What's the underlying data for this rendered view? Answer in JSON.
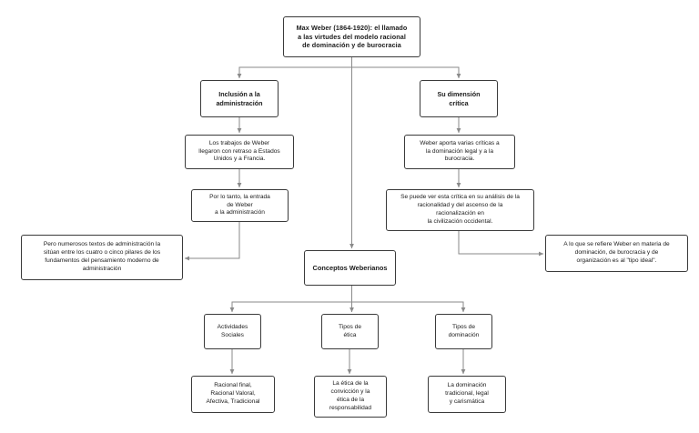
{
  "diagram": {
    "type": "flowchart",
    "title_node": {
      "id": "root",
      "text": "Max Weber (1864-1920): el llamado\na las virtudes del modelo racional\nde dominación y de burocracia"
    },
    "nodes": {
      "left1": {
        "text": "Inclusión a la\nadministración"
      },
      "right1": {
        "text": "Su dimensión\ncrítica"
      },
      "left2": {
        "text": "Los trabajos de Weber\nllegaron con retraso a Estados\nUnidos y a Francia."
      },
      "left3": {
        "text": "Por lo tanto, la entrada\nde Weber\na la administración"
      },
      "right2": {
        "text": "Weber aporta varias críticas a\nla dominación legal y a la\nburocracia."
      },
      "right3": {
        "text": "Se puede ver esta crítica en su análisis de la\nracionalidad y del ascenso de la\nracionalización en\nla civilización occidental."
      },
      "farleft": {
        "text": "Pero numerosos textos de administración la\nsitúan entre los cuatro o cinco pilares de los\nfundamentos del pensamiento moderno de\nadministración"
      },
      "farright": {
        "text": "A lo que se refiere Weber en materia de\ndominación, de burocracia y de\norganización es al \"tipo ideal\"."
      },
      "center": {
        "text": "Conceptos Weberianos"
      },
      "b1": {
        "text": "Actividades\nSociales"
      },
      "b2": {
        "text": "Tipos de\nética"
      },
      "b3": {
        "text": "Tipos de\ndominación"
      },
      "l1": {
        "text": "Racional final,\nRacional Valoral,\nAfectiva, Tradicional"
      },
      "l2": {
        "text": "La ética de la\nconvicción y la\nética de la\nresponsabilidad"
      },
      "l3": {
        "text": "La dominación\ntradicional, legal\ny carismática"
      }
    },
    "style": {
      "node_border": "#3a3a3a",
      "node_fill": "#ffffff",
      "connector": "#8a8a8a",
      "text": "#1a1a1a",
      "background": "#ffffff"
    }
  }
}
